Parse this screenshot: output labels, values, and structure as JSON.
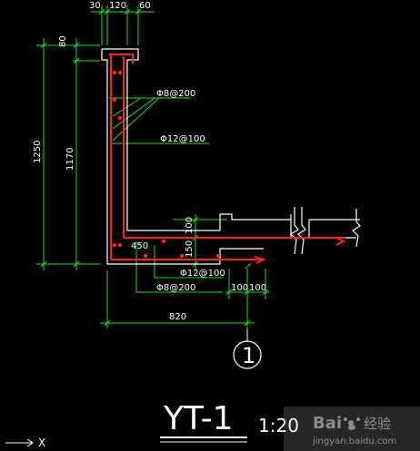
{
  "drawing": {
    "top_dims": [
      "30",
      "120",
      "60"
    ],
    "left_dims": [
      "80",
      "1250",
      "1170"
    ],
    "bar_labels": [
      "Φ8@200",
      "Φ12@100",
      "Φ12@100",
      "Φ8@200"
    ],
    "slab_dims": [
      "100",
      "150",
      "450",
      "100",
      "100"
    ],
    "bottom_dim": "820",
    "section_marker": "1",
    "title": "YT-1",
    "scale": "1:20",
    "axis_label": "X",
    "watermark_brand": "Bai",
    "watermark_suffix": "经验",
    "watermark_url": "jingyan.baidu.com",
    "colors": {
      "background": "#000000",
      "dimension": "#22dd22",
      "outline": "#ffffff",
      "rebar": "#ff2020",
      "text": "#ffffff"
    }
  }
}
